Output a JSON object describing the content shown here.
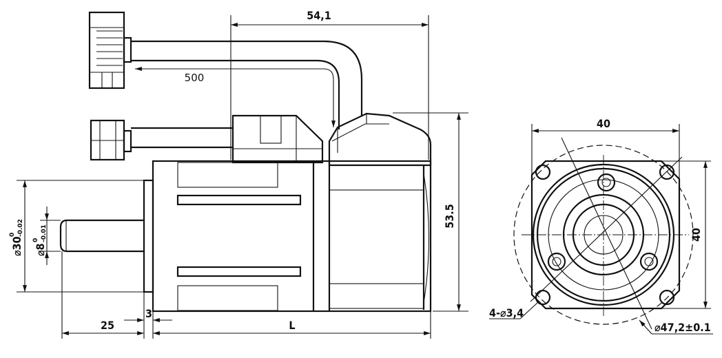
{
  "dimensions": {
    "cable_to_flange": "54,1",
    "cable_length": "500",
    "height_overall": "53.5",
    "flange_diameter": "⌀30",
    "flange_diameter_tol_upper": "0",
    "flange_diameter_tol_lower": "-0.02",
    "shaft_diameter": "⌀8",
    "shaft_diameter_tol_upper": "0",
    "shaft_diameter_tol_lower": "-0.01",
    "shaft_length": "25",
    "flange_thickness": "3",
    "body_length": "L",
    "square_width": "40",
    "square_height": "40",
    "mounting_holes": "4-⌀3,4",
    "pitch_circle": "⌀47,2±0.1"
  }
}
